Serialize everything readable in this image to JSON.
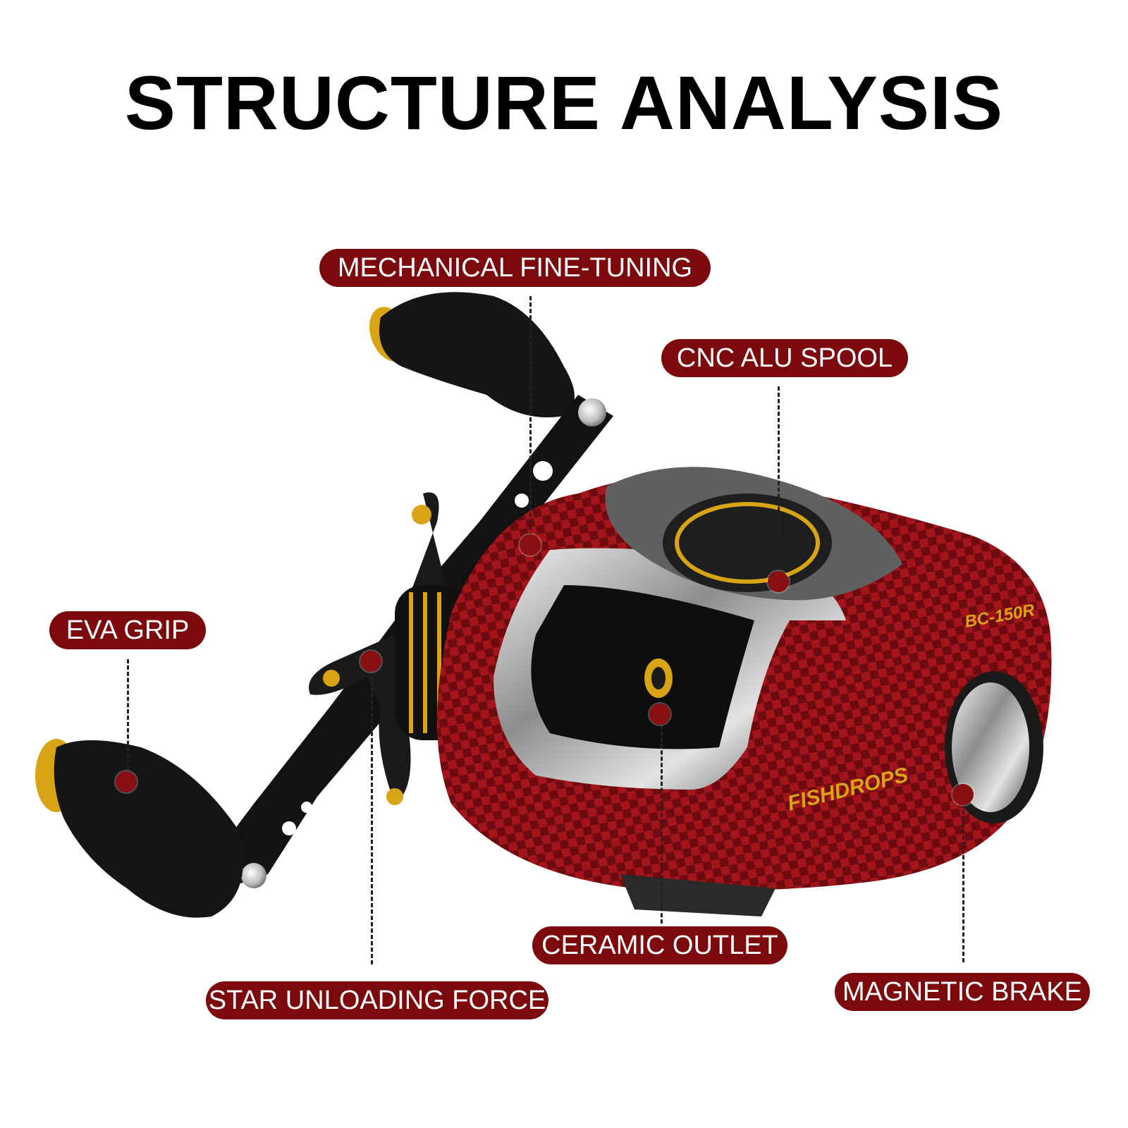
{
  "title": "STRUCTURE ANALYSIS",
  "brand": "FISHDROPS",
  "model": "BC-150R",
  "labels": {
    "mechanical": "MECHANICAL FINE-TUNING",
    "spool": "CNC ALU SPOOL",
    "eva": "EVA GRIP",
    "ceramic": "CERAMIC OUTLET",
    "star": "STAR UNLOADING FORCE",
    "magnetic": "MAGNETIC BRAKE"
  },
  "colors": {
    "label_bg": "#7c0a0d",
    "reel_body": "#7a0d12",
    "accent_gold": "#d8a413"
  }
}
